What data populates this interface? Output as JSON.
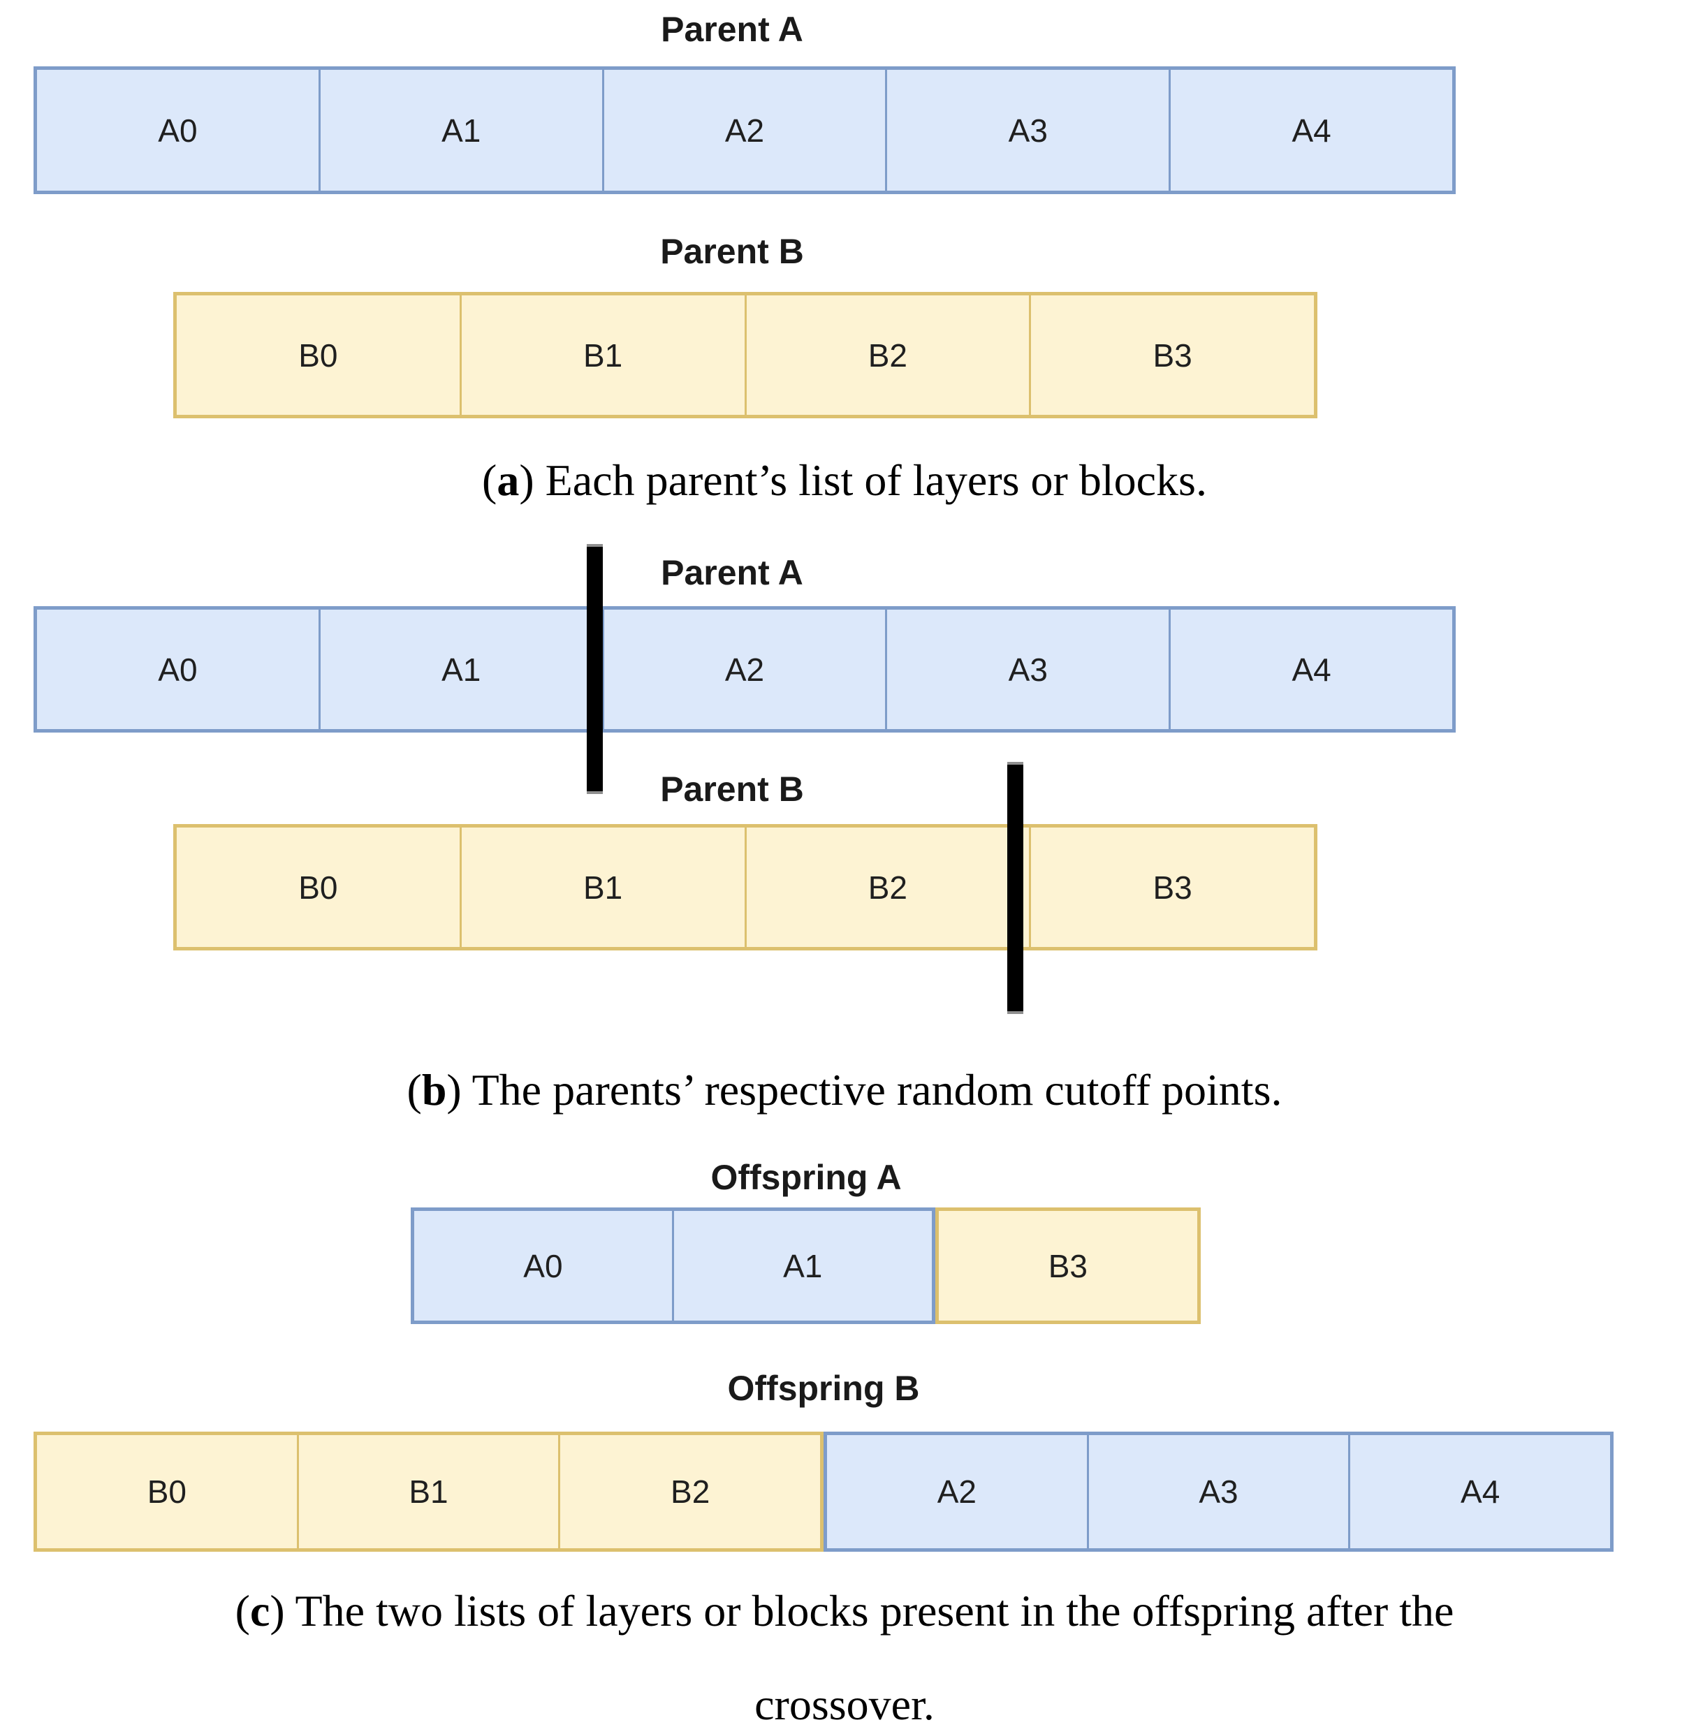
{
  "colors": {
    "page_bg": "#ffffff",
    "blue_fill": "#dce8fa",
    "blue_stroke": "#7e9cc9",
    "yellow_fill": "#fdf3d3",
    "yellow_stroke": "#dcc06e",
    "bar_black": "#000000",
    "bar_tip": "#8f8f8f",
    "cell_text": "#1f1f1f",
    "heading_text": "#1a1a1a",
    "caption_text": "#000000"
  },
  "sections": {
    "a": {
      "parent_a": {
        "label": "Parent A",
        "cells": [
          "A0",
          "A1",
          "A2",
          "A3",
          "A4"
        ]
      },
      "parent_b": {
        "label": "Parent B",
        "cells": [
          "B0",
          "B1",
          "B2",
          "B3"
        ]
      },
      "caption": {
        "paren_open": "(",
        "letter": "a",
        "paren_close": ")",
        "body": " Each parent’s list of layers or blocks."
      }
    },
    "b": {
      "parent_a": {
        "label": "Parent A",
        "cells": [
          "A0",
          "A1",
          "A2",
          "A3",
          "A4"
        ]
      },
      "parent_b": {
        "label": "Parent B",
        "cells": [
          "B0",
          "B1",
          "B2",
          "B3"
        ]
      },
      "caption": {
        "paren_open": "(",
        "letter": "b",
        "paren_close": ")",
        "body": " The parents’ respective random cutoff points."
      }
    },
    "c": {
      "offspring_a": {
        "label": "Offspring A",
        "blue_cells": [
          "A0",
          "A1"
        ],
        "yellow_cells": [
          "B3"
        ]
      },
      "offspring_b": {
        "label": "Offspring B",
        "yellow_cells": [
          "B0",
          "B1",
          "B2"
        ],
        "blue_cells": [
          "A2",
          "A3",
          "A4"
        ]
      },
      "caption": {
        "paren_open": "(",
        "letter": "c",
        "paren_close": ")",
        "body_line1": " The two lists of layers or blocks present in the offspring after the",
        "body_line2": "crossover."
      }
    }
  }
}
